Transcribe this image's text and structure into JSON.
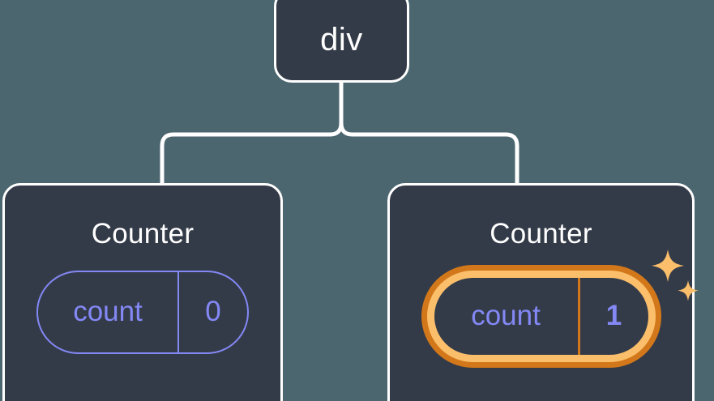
{
  "diagram": {
    "type": "component-tree",
    "background_color": "#4c6670",
    "node_fill_color": "#343b48",
    "node_border_color": "#ffffff",
    "connector_color": "#ffffff",
    "hook_color": "#8388f5",
    "highlight_color": "#fbbf6b",
    "highlight_ring_color": "#d2781a"
  },
  "root": {
    "label": "div"
  },
  "children": [
    {
      "title": "Counter",
      "state": {
        "name": "count",
        "value": "0"
      },
      "highlighted": false,
      "sparkles": false
    },
    {
      "title": "Counter",
      "state": {
        "name": "count",
        "value": "1"
      },
      "highlighted": true,
      "sparkles": true
    }
  ],
  "icons": {
    "sparkle_large": "sparkle-icon",
    "sparkle_small": "sparkle-icon"
  }
}
